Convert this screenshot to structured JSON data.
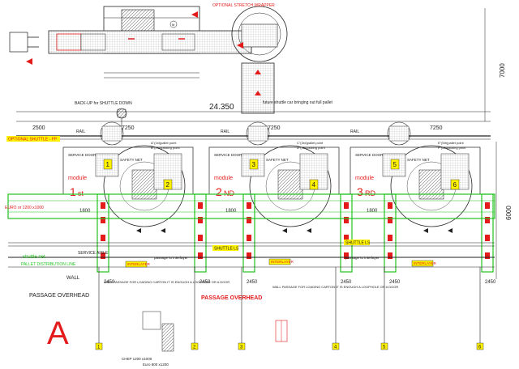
{
  "labels": {
    "optional_stretch_wrapper": "OPTIONAL STRETCH WRAPPER",
    "back_up": "BACK-UP for SHUTTLE DOWN",
    "future_shuttle": "future shuttle car bringing out full pallet",
    "optional_shuttle": "OPTIONAL SHUTTLE - FP",
    "rail": "RAIL",
    "safety_net": "SAFETY NET",
    "service_door": "SERVICE DOOR",
    "euro": "EURO or 1200 x1000",
    "shuttle_net": "shuttle net",
    "pallet_distribution_line": "PALLET DISTRIBUTION LINE",
    "wall": "WALL",
    "passage_overhead": "PASSAGE OVERHEAD",
    "passage_overhead_red": "PASSAGE OVERHEAD",
    "shuttle_ls": "SHUTTLE LS",
    "interlayer": "INTERLAYER",
    "service_aisle": "SERVICE AISLE",
    "passage_interlayer": "passage to interlayer",
    "wall_passage": "WALL PASSAGE FOR LOADING CARTON IT IS ENOUGH A LOOPHOLE OR A DOOR",
    "chep": "CHEP 1200 x1000",
    "euro_bottom": "Euro 800 x1200",
    "section_letter": "A",
    "module": "module",
    "pallet_point_1": "A\"(1st)pallet point",
    "pallet_point_2": "B\"(2nd)picking point",
    "pallet_point_3": "C\"(3rd)pallet point",
    "pallet_point_4": "D\"(4th)picking point",
    "pallet_point_5": "E\"(5th)pallet point",
    "pallet_point_6": "F\"(6th)picking point"
  },
  "dimensions": {
    "total_width": "24.350",
    "module_width": "7250",
    "left_offset": "2500",
    "height_7000": "7000",
    "height_6000": "6000",
    "col_2450": "2450",
    "dim_1800": "1800"
  },
  "modules": [
    {
      "num": "1",
      "suffix": "st"
    },
    {
      "num": "2",
      "suffix": "ND"
    },
    {
      "num": "3",
      "suffix": "RD"
    }
  ],
  "columns": [
    "1",
    "2",
    "3",
    "4",
    "5",
    "6"
  ],
  "pallet_numbers": [
    "1",
    "2",
    "3",
    "4",
    "5",
    "6"
  ],
  "colors": {
    "red": "#e31b1b",
    "green": "#22c21f",
    "yellow": "#fff200",
    "line": "#222222"
  }
}
